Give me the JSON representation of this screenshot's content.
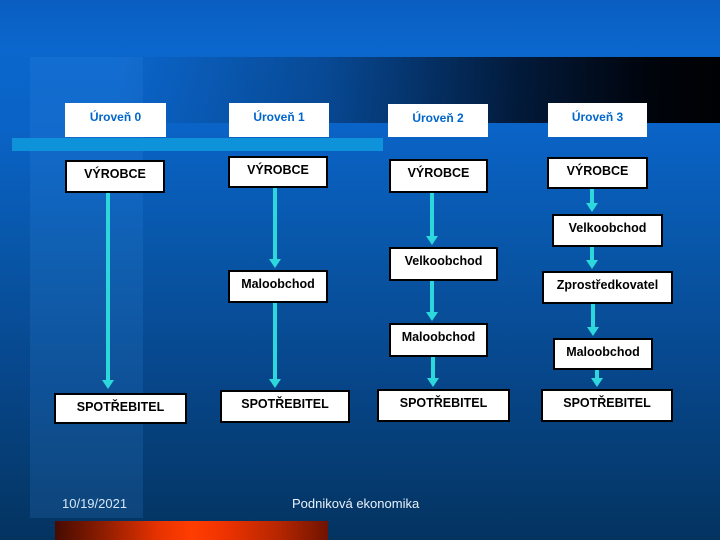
{
  "columns": [
    {
      "level": "Úroveň 0",
      "nodes": [
        "VÝROBCE",
        "SPOTŘEBITEL"
      ]
    },
    {
      "level": "Úroveň 1",
      "nodes": [
        "VÝROBCE",
        "Maloobchod",
        "SPOTŘEBITEL"
      ]
    },
    {
      "level": "Úroveň 2",
      "nodes": [
        "VÝROBCE",
        "Velkoobchod",
        "Maloobchod",
        "SPOTŘEBITEL"
      ]
    },
    {
      "level": "Úroveň 3",
      "nodes": [
        "VÝROBCE",
        "Velkoobchod",
        "Zprostředkovatel",
        "Maloobchod",
        "SPOTŘEBITEL"
      ]
    }
  ],
  "footer": {
    "date": "10/19/2021",
    "course": "Podniková ekonomika"
  },
  "colors": {
    "background_top": "#0b66cc",
    "background_bottom": "#043360",
    "level_bar": "#0e93da",
    "arrow": "#2dd8dc",
    "header_text": "#0066cc",
    "red_bar_bright": "#ff3d00",
    "node_fill": "#ffffff",
    "node_border": "#000000"
  }
}
